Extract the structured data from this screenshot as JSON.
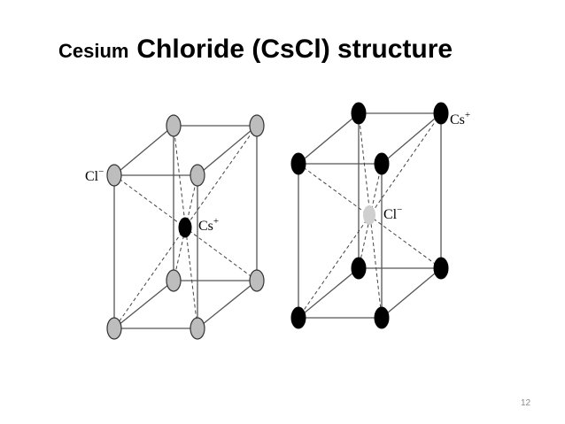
{
  "slide": {
    "title_part1": "Cesium",
    "title_part2": "Chloride (CsCl) structure",
    "page_number": "12"
  },
  "diagram": {
    "left_cell": {
      "corner_ion": "Cl",
      "corner_charge": "−",
      "center_ion": "Cs",
      "center_charge": "+",
      "corner_color": "#bdbdbd",
      "center_color": "#000000"
    },
    "right_cell": {
      "corner_ion": "Cs",
      "corner_charge": "+",
      "center_ion": "Cl",
      "center_charge": "−",
      "corner_color": "#000000",
      "center_color": "#cfcfcf"
    }
  }
}
